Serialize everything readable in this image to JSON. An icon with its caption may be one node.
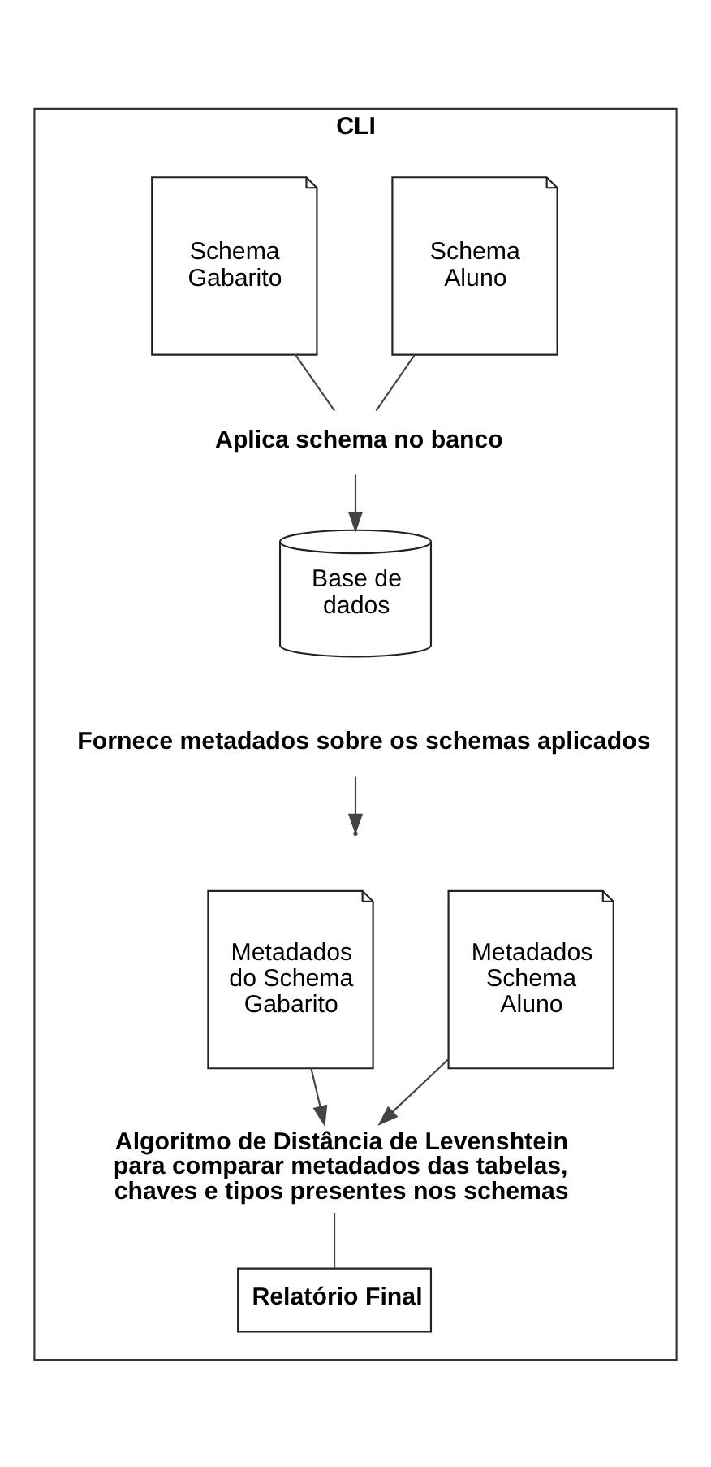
{
  "diagram": {
    "nodes": [
      {
        "text": [
          "CLI"
        ]
      },
      {
        "text": [
          "Schema Gabarito"
        ],
        "in": 0
      },
      {
        "text": [
          "Schema Aluno"
        ],
        "in": 0
      },
      {
        "text": [
          "Aplica schema no banco"
        ],
        "in": 0
      },
      {
        "text": [
          "Base de dados"
        ],
        "in": 0
      },
      {
        "text": [
          "Fornece metadados sobre os schemas aplicados"
        ],
        "in": 0
      },
      {
        "text": [
          "Metadados do Schema Gabarito"
        ],
        "in": 0
      },
      {
        "text": [
          "Metadados Schema Aluno"
        ],
        "in": 0
      },
      {
        "text": [
          "Algoritmo de Distância de Levenshtein para comparar metadados das tabelas, chaves e tipos presentes nos schemas"
        ],
        "in": 0
      },
      {
        "text": [
          "Relatório Final"
        ],
        "in": 0
      }
    ],
    "edges": [
      {
        "from": 1,
        "to": 3,
        "arrow": "none"
      },
      {
        "from": 2,
        "to": 3,
        "arrow": "none"
      },
      {
        "from": 3,
        "to": 4,
        "arrow": "to"
      },
      {
        "from": 5,
        "to": null,
        "arrow": "to"
      },
      {
        "from": 6,
        "to": 8,
        "arrow": "to"
      },
      {
        "from": 7,
        "to": 8,
        "arrow": "to"
      },
      {
        "from": 8,
        "to": 9,
        "arrow": "none"
      }
    ]
  }
}
